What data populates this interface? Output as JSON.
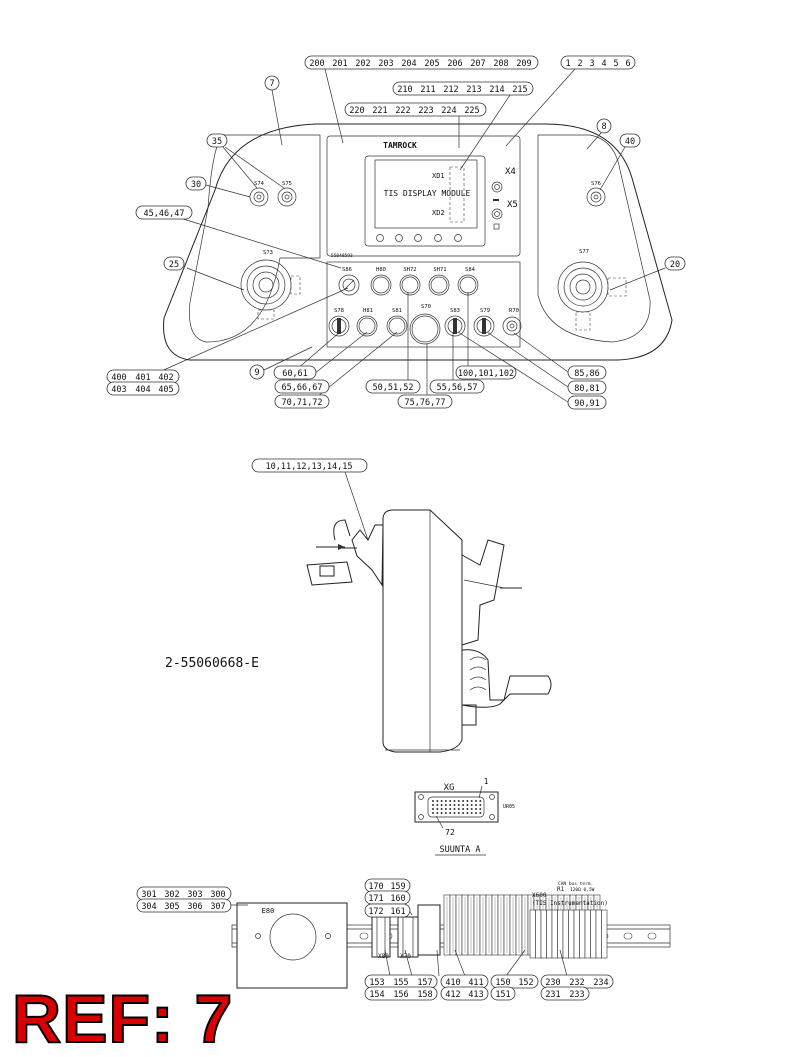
{
  "ref_label": "REF: 7",
  "drawing_number": "2-55060668-E",
  "panel": {
    "brand": "TAMROCK",
    "display_text": "TIS DISPLAY MODULE",
    "xd1": "XD1",
    "xd2": "XD2",
    "x4": "X4",
    "x5": "X5",
    "small_code": "55048593",
    "switches": [
      "S74",
      "S75",
      "S76",
      "S73",
      "S77",
      "S86",
      "H80",
      "SH72",
      "SH71",
      "S84",
      "S78",
      "H81",
      "S81",
      "S70",
      "S83",
      "S79",
      "R70"
    ]
  },
  "callouts": {
    "c200_209": [
      "200",
      "201",
      "202",
      "203",
      "204",
      "205",
      "206",
      "207",
      "208",
      "209"
    ],
    "c210_215": [
      "210",
      "211",
      "212",
      "213",
      "214",
      "215"
    ],
    "c220_225": [
      "220",
      "221",
      "222",
      "223",
      "224",
      "225"
    ],
    "c1_6": [
      "1",
      "2",
      "3",
      "4",
      "5",
      "6"
    ],
    "c7": "7",
    "c8": "8",
    "c35": "35",
    "c40": "40",
    "c30": "30",
    "c45": "45,46,47",
    "c25": "25",
    "c20": "20",
    "c9": "9",
    "c400": [
      "400",
      "401",
      "402"
    ],
    "c403": [
      "403",
      "404",
      "405"
    ],
    "c60": "60,61",
    "c65": "65,66,67",
    "c70": "70,71,72",
    "c50": "50,51,52",
    "c55": "55,56,57",
    "c75": "75,76,77",
    "c100": "100,101,102",
    "c85": "85,86",
    "c80": "80,81",
    "c90": "90,91",
    "c10": "10,11,12,13,14,15"
  },
  "connector": {
    "title": "XG",
    "pin1": "1",
    "pin72": "72",
    "code": "UR05",
    "view": "SUUNTA A"
  },
  "rail": {
    "e80": "E80",
    "x80": "X80",
    "x70": "X70",
    "x600": "X600",
    "instr": "(TIS Instrumentation)",
    "canbus": "CAN bus term.",
    "r1": "R1",
    "r1_val": "120Ω 0,5W",
    "row_300": [
      "301",
      "302",
      "303",
      "300"
    ],
    "row_304": [
      "304",
      "305",
      "306",
      "307"
    ],
    "row_170": [
      "170",
      "159"
    ],
    "row_171": [
      "171",
      "160"
    ],
    "row_172": [
      "172",
      "161"
    ],
    "row_153": [
      "153",
      "155",
      "157"
    ],
    "row_154": [
      "154",
      "156",
      "158"
    ],
    "row_410": [
      "410",
      "411"
    ],
    "row_412": [
      "412",
      "413"
    ],
    "row_150": [
      "150",
      "152"
    ],
    "c151": "151",
    "row_230": [
      "230",
      "232",
      "234"
    ],
    "row_231": [
      "231",
      "233"
    ]
  }
}
